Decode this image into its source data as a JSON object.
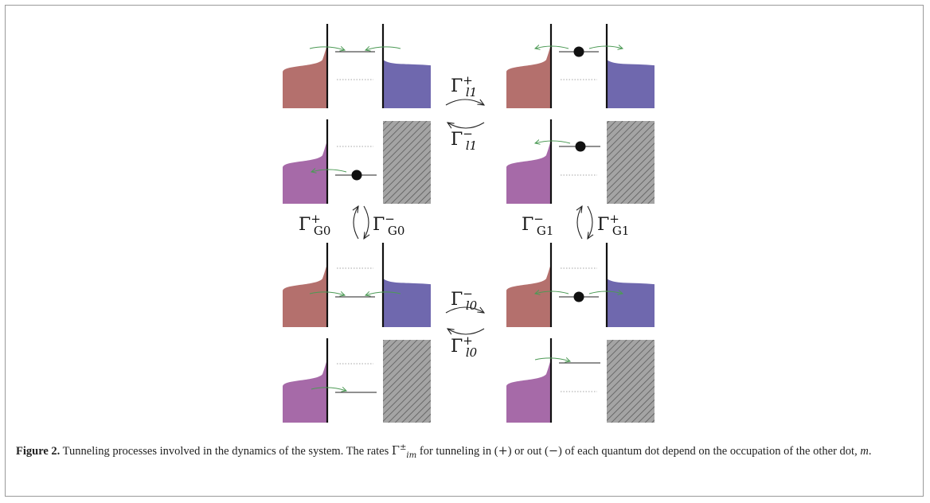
{
  "figure": {
    "rates": {
      "l1_plus": {
        "base": "Γ",
        "sup": "+",
        "sub": "l1"
      },
      "l1_minus": {
        "base": "Γ",
        "sup": "−",
        "sub": "l1"
      },
      "G0_plus": {
        "base": "Γ",
        "sup": "+",
        "sub": "G0"
      },
      "G0_minus": {
        "base": "Γ",
        "sup": "−",
        "sub": "G0"
      },
      "G1_minus": {
        "base": "Γ",
        "sup": "−",
        "sub": "G1"
      },
      "G1_plus": {
        "base": "Γ",
        "sup": "+",
        "sub": "G1"
      },
      "l0_minus": {
        "base": "Γ",
        "sup": "−",
        "sub": "l0"
      },
      "l0_plus": {
        "base": "Γ",
        "sup": "+",
        "sub": "l0"
      }
    },
    "colors": {
      "red_lead": "#b4706d",
      "blue_lead": "#6f68ae",
      "violet_lead": "#a66aa8",
      "hatch_fill": "#9e9e9e",
      "arrow_green": "#4c9a55"
    }
  },
  "caption": {
    "label": "Figure 2.",
    "text_1": " Tunneling processes involved in the dynamics of the system. The rates ",
    "symbol": "Γ",
    "symbol_sup": "±",
    "symbol_sub": "im",
    "text_2": " for tunneling in (",
    "plus": "+",
    "text_3": ") or out (",
    "minus": "−",
    "text_4": ") of each quantum dot depend on the occupation of the other dot, ",
    "var_m": "m",
    "text_5": "."
  }
}
